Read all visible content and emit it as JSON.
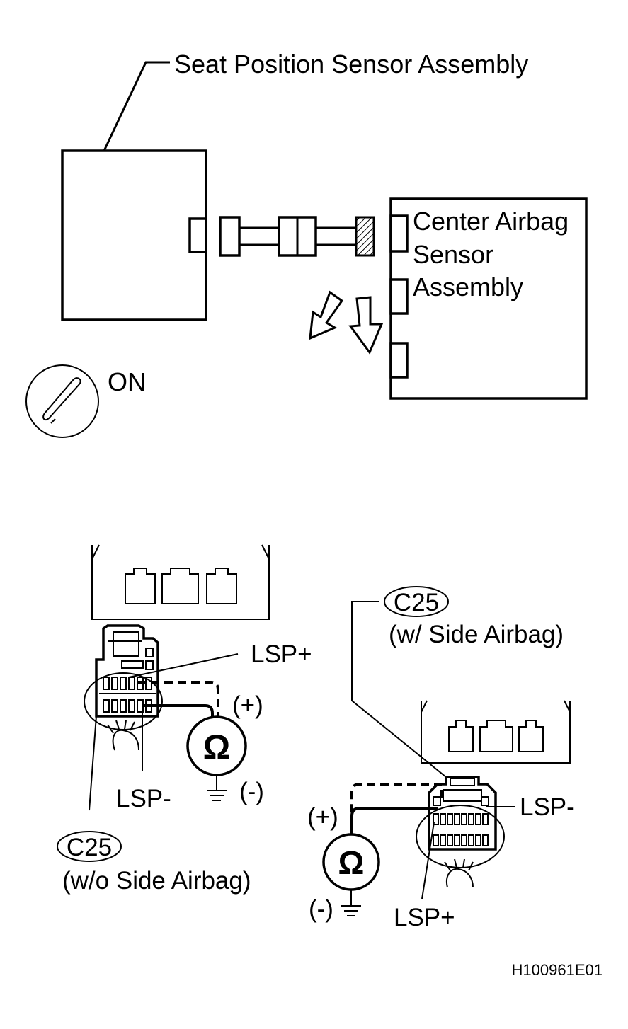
{
  "labels": {
    "seat_sensor": "Seat Position Sensor Assembly",
    "center_sensor_line1": "Center Airbag",
    "center_sensor_line2": "Sensor",
    "center_sensor_line3": "Assembly",
    "ignition": "ON",
    "lsp_plus": "LSP+",
    "lsp_minus": "LSP-",
    "plus": "(+)",
    "minus": "(-)",
    "ohm": "Ω",
    "connector": "C25",
    "wo_side_airbag": "(w/o Side Airbag)",
    "w_side_airbag": "(w/ Side Airbag)",
    "figure_code": "H100961E01"
  },
  "icons": [
    "ignition-switch-icon",
    "ohmmeter-icon",
    "ground-icon",
    "hand-icon",
    "disconnect-arrow-icon"
  ]
}
